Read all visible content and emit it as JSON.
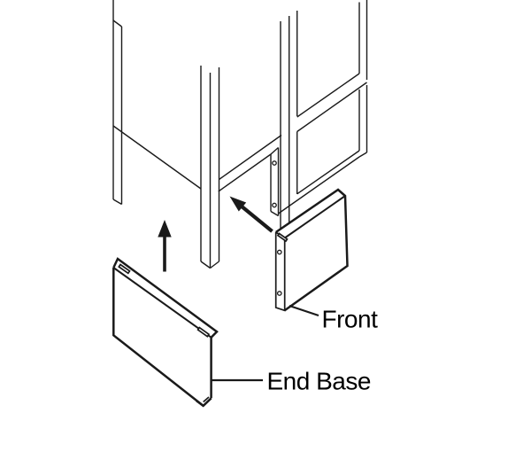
{
  "diagram": {
    "title": "cabinet-base-panel-assembly-diagram",
    "colors": {
      "background": "#ffffff",
      "line": "#1a1a1a",
      "text": "#000000"
    },
    "labels": {
      "front": {
        "text": "Front"
      },
      "end_base": {
        "text": "End Base"
      }
    },
    "parts": [
      {
        "name": "frame-corner-posts"
      },
      {
        "name": "mounting-plate-with-screw-holes"
      },
      {
        "name": "front-base-panel"
      },
      {
        "name": "end-base-panel"
      }
    ],
    "icons": [
      "up-arrow-icon",
      "diagonal-arrow-icon"
    ]
  }
}
